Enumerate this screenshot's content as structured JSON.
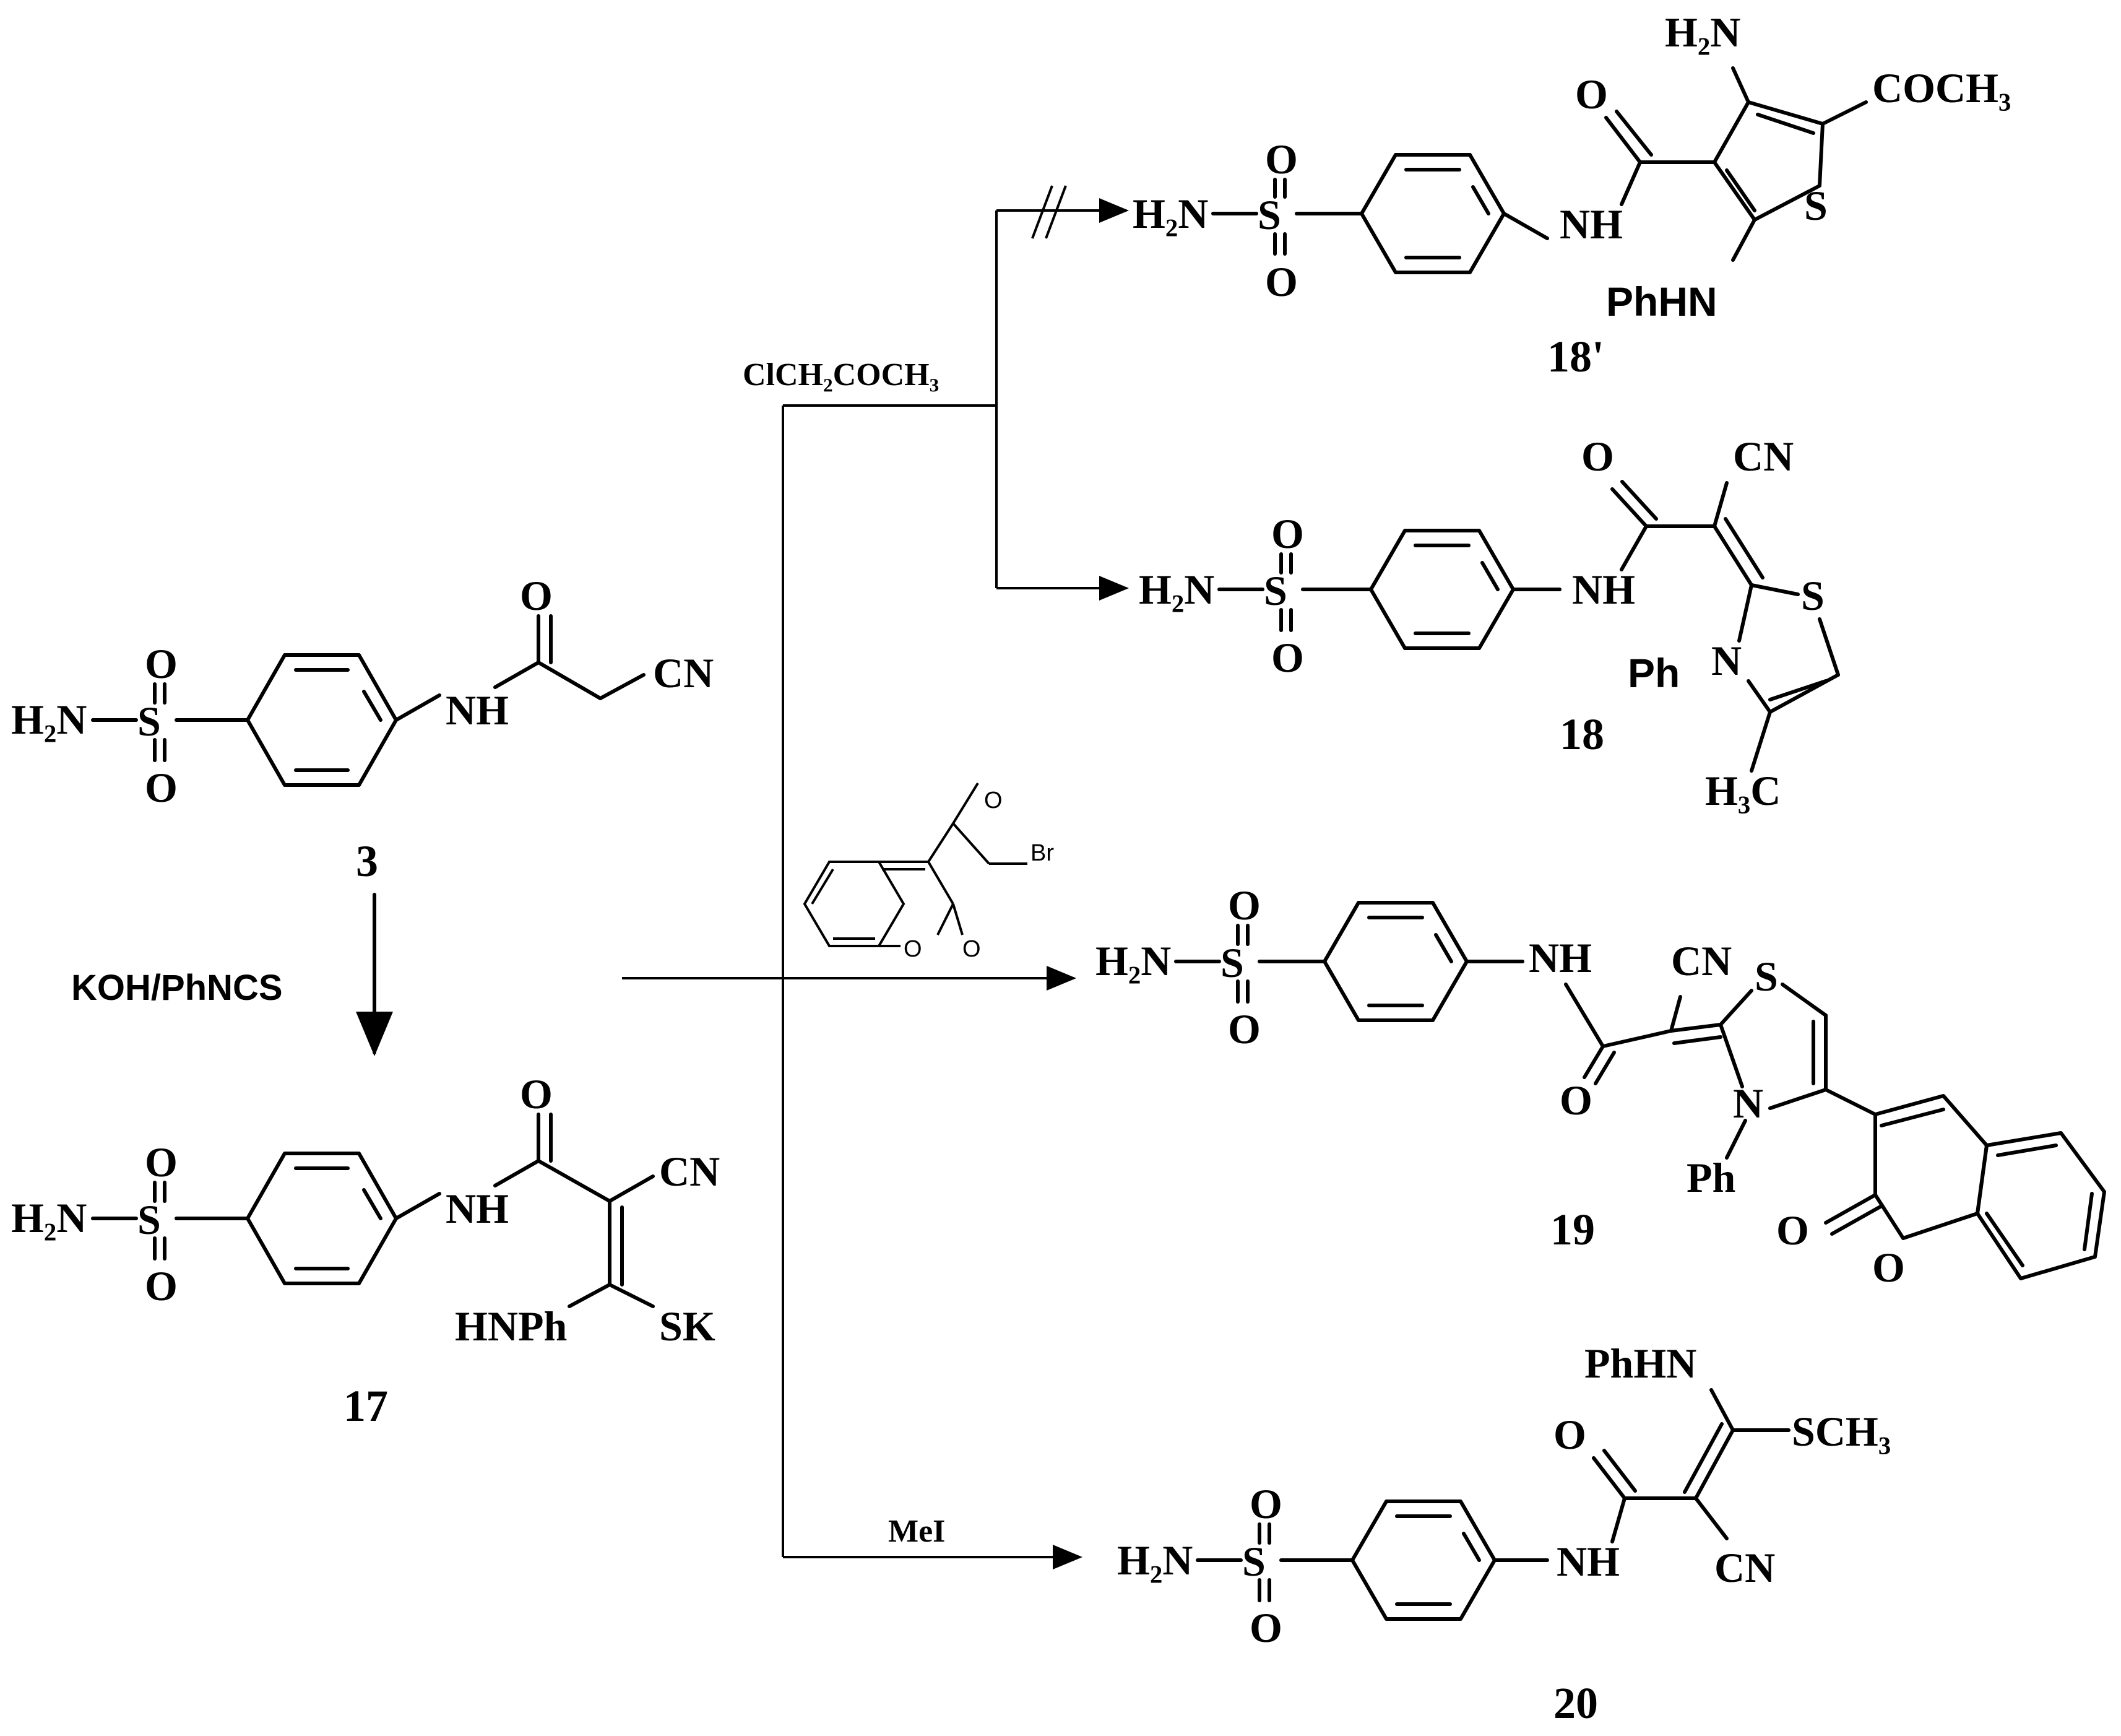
{
  "compounds": {
    "c3": "3",
    "c17": "17",
    "c18p": "18'",
    "c18": "18",
    "c19": "19",
    "c20": "20"
  },
  "reagents": {
    "koh_phncs": "KOH/PhNCS",
    "chloroacetone": "ClCH₂COCH₃",
    "mei": "MeI",
    "bromoacetylcoumarin": {
      "O": "O",
      "Br": "Br",
      "ringO": "O",
      "carbonylO": "O"
    }
  },
  "labels": {
    "sulfonamide": {
      "h2n": "H₂N",
      "s": "S",
      "o": "O"
    },
    "nh": "NH",
    "o": "O",
    "cn": "CN",
    "hnph": "HNPh",
    "sk": "SK",
    "phhn": "PhHN",
    "sch3": "SCH₃",
    "coch3": "COCH₃",
    "h2n_amino": "H₂N",
    "s_ring": "S",
    "n": "N",
    "ph": "Ph",
    "h3c": "H₃C"
  },
  "colors": {
    "ink": "#000000",
    "background": "#ffffff"
  }
}
